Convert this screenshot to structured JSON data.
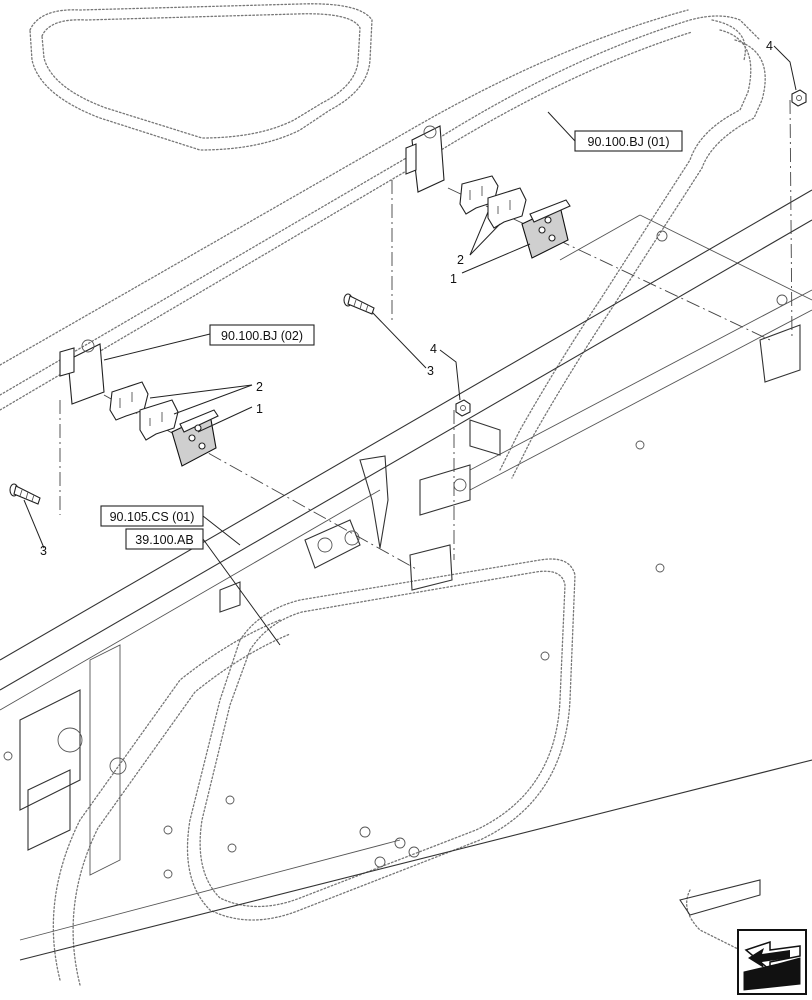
{
  "references": {
    "ref_90_100_bj_01": "90.100.BJ (01)",
    "ref_90_100_bj_02": "90.100.BJ (02)",
    "ref_90_105_cs_01": "90.105.CS (01)",
    "ref_39_100_ab": "39.100.AB"
  },
  "callouts": {
    "upper_bracket_item_2": "2",
    "upper_bracket_item_1": "1",
    "lower_bracket_item_2": "2",
    "lower_bracket_item_1": "1",
    "center_screw_item_3": "3",
    "center_nut_item_4": "4",
    "left_screw_item_3": "3",
    "right_nut_item_4": "4"
  },
  "icons": {
    "navigation": "next-page-arrow-icon"
  }
}
